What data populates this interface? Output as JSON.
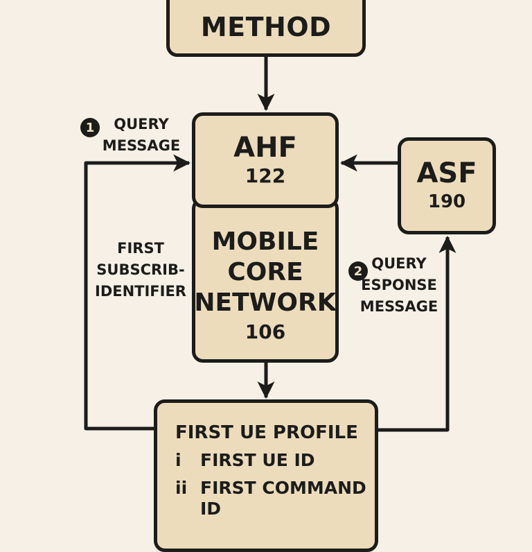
{
  "diagram": {
    "colors": {
      "background": "#f6f0e6",
      "box_fill": "#ecdcbc",
      "ink": "#1c1c1a"
    },
    "nodes": {
      "method": {
        "title": "METHOD"
      },
      "ahf": {
        "title": "AHF",
        "number": "122"
      },
      "mobile_core_network": {
        "title_lines": [
          "MOBILE",
          "CORE",
          "NETWORK"
        ],
        "number": "106"
      },
      "asf": {
        "title": "ASF",
        "number": "190"
      },
      "first_ue_profile": {
        "title": "FIRST UE PROFILE",
        "items": [
          {
            "marker": "i",
            "text": "FIRST UE ID"
          },
          {
            "marker": "ii",
            "text": "FIRST COMMAND ID"
          }
        ]
      }
    },
    "edge_labels": {
      "query_message": {
        "step": "1",
        "lines": [
          "QUERY",
          "MESSAGE"
        ]
      },
      "first_subscriber_identifier": {
        "lines": [
          "FIRST",
          "SUBSCRIB-",
          "IDENTIFIER"
        ]
      },
      "query_response_message": {
        "step": "2",
        "lines": [
          "QUERY",
          "ESPONSE",
          "MESSAGE"
        ]
      }
    },
    "edges": [
      {
        "from": "method",
        "to": "ahf"
      },
      {
        "from": "first_ue_profile",
        "to": "ahf",
        "label": "query_message"
      },
      {
        "from": "asf",
        "to": "ahf"
      },
      {
        "from": "mobile_core_network",
        "to": "first_ue_profile"
      },
      {
        "from": "first_ue_profile",
        "to": "asf",
        "label": "query_response_message"
      }
    ]
  }
}
